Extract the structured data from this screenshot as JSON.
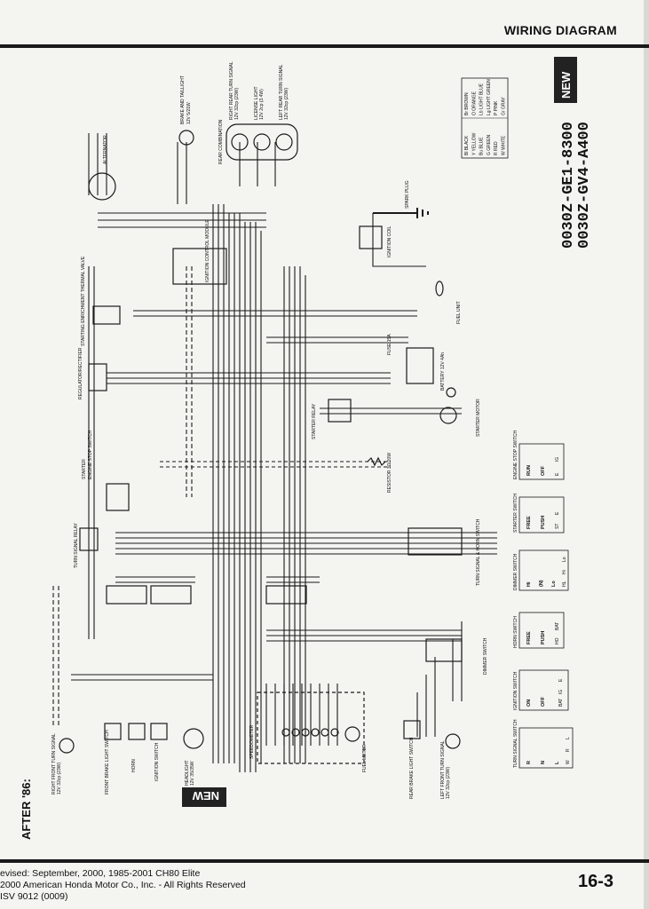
{
  "header": {
    "title": "WIRING DIAGRAM"
  },
  "part_codes": [
    "0030Z-GE1-8300",
    "0030Z-GV4-A400"
  ],
  "new_badge": "NEW",
  "section_label": "AFTER '86:",
  "footer": {
    "line1": "evised: September, 2000, 1985-2001 CH80 Elite",
    "line2": "2000 American Honda Motor Co., Inc. - All Rights Reserved",
    "line3": "ISV 9012 (0009)",
    "page_number": "16-3"
  },
  "components": {
    "alternator": "ALTERNATOR",
    "brake_taillight": "BRAKE AND TAILLIGHT",
    "brake_taillight_rating": "12V 5/21W",
    "rear_combination": "REAR COMBINATION",
    "right_rear_turn": "RIGHT REAR TURN SIGNAL",
    "right_rear_rating": "12V 32cp (23W)",
    "license_light": "LICENSE LIGHT",
    "license_rating": "12V 2cp (3.4W)",
    "left_rear_turn": "LEFT REAR TURN SIGNAL",
    "left_rear_rating": "12V 32cp (23W)",
    "spark_plug": "SPARK PLUG",
    "ignition_coil": "IGNITION COIL",
    "ignition_module": "IGNITION CONTROL MODULE",
    "enrichment_valve": "STARTING ENRICHMENT THERMAL VALVE",
    "fuel_unit": "FUEL UNIT",
    "regulator": "REGULATOR/RECTIFIER",
    "fuse": "FUSE 15A",
    "battery": "BATTERY 12V 4Ah",
    "starter_relay": "STARTER RELAY",
    "starter_motor": "STARTER MOTOR",
    "starter_switch_label": "STARTER",
    "engine_stop_switch": "ENGINE STOP SWITCH",
    "resistor": "RESISTOR 3Ω/20W",
    "turn_signal_relay": "TURN SIGNAL RELAY",
    "turn_horn_switch": "TURN SIGNAL & HORN SWITCH",
    "dimmer_switch": "DIMMER SWITCH",
    "right_front_turn": "RIGHT FRONT TURN SIGNAL",
    "right_front_rating": "12V 32cp (23W)",
    "front_brake_switch": "FRONT BRAKE LIGHT SWITCH",
    "horn": "HORN",
    "ignition_switch": "IGNITION SWITCH",
    "headlight": "HEADLIGHT",
    "headlight_rating": "12V 35/35W",
    "speedometer": "SPEEDOMETER",
    "fuel_meter": "FUEL METER",
    "rear_brake_switch": "REAR BRAKE LIGHT SWITCH",
    "left_front_turn": "LEFT FRONT TURN SIGNAL",
    "left_front_rating": "12V 32cp (23W)"
  },
  "color_legend": [
    [
      "Bl",
      "BLACK"
    ],
    [
      "Y",
      "YELLOW"
    ],
    [
      "Bu",
      "BLUE"
    ],
    [
      "G",
      "GREEN"
    ],
    [
      "R",
      "RED"
    ],
    [
      "W",
      "WHITE"
    ],
    [
      "Br",
      "BROWN"
    ],
    [
      "O",
      "ORANGE"
    ],
    [
      "Lb",
      "LIGHT BLUE"
    ],
    [
      "Lg",
      "LIGHT GREEN"
    ],
    [
      "P",
      "PINK"
    ],
    [
      "Gr",
      "GRAY"
    ]
  ],
  "switch_tables": [
    {
      "title": "ENGINE STOP SWITCH",
      "cols": [
        "E",
        "IG"
      ],
      "rows": [
        "RUN",
        "OFF"
      ]
    },
    {
      "title": "STARTER SWITCH",
      "cols": [
        "ST",
        "E"
      ],
      "rows": [
        "FREE",
        "PUSH"
      ]
    },
    {
      "title": "DIMMER SWITCH",
      "cols": [
        "HL",
        "Hi",
        "Lo"
      ],
      "rows": [
        "Hi",
        "(N)",
        "Lo"
      ]
    },
    {
      "title": "HORN SWITCH",
      "cols": [
        "HO",
        "BAT"
      ],
      "rows": [
        "FREE",
        "PUSH"
      ]
    },
    {
      "title": "IGNITION SWITCH",
      "cols": [
        "BAT",
        "IG",
        "E"
      ],
      "rows": [
        "ON",
        "OFF"
      ]
    },
    {
      "title": "TURN SIGNAL SWITCH",
      "cols": [
        "W",
        "R",
        "L"
      ],
      "rows": [
        "R",
        "N",
        "L"
      ]
    }
  ]
}
